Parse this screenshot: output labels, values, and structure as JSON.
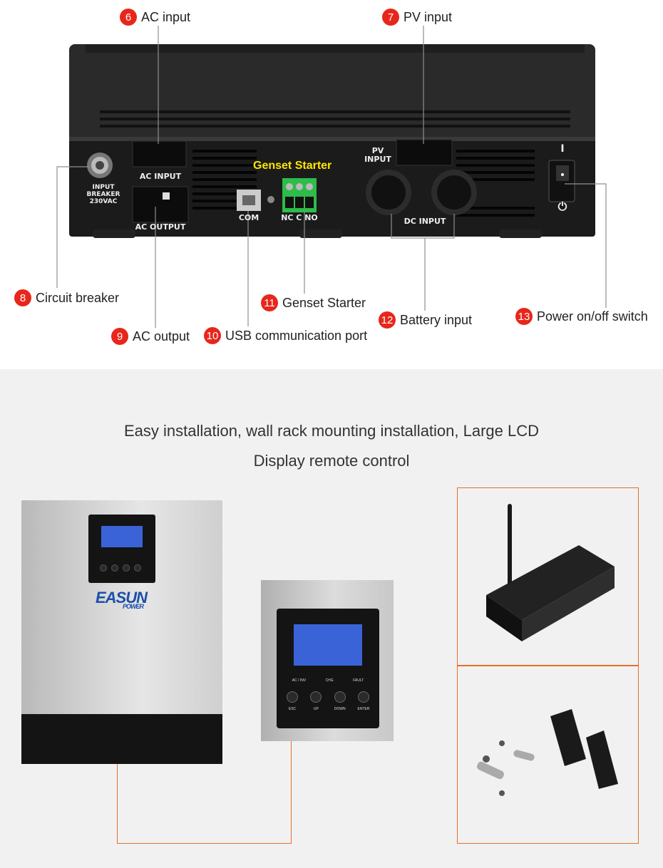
{
  "callouts": [
    {
      "id": "6",
      "label": "AC input"
    },
    {
      "id": "7",
      "label": "PV input"
    },
    {
      "id": "8",
      "label": "Circuit breaker"
    },
    {
      "id": "9",
      "label": "AC output"
    },
    {
      "id": "10",
      "label": "USB communication port"
    },
    {
      "id": "11",
      "label": "Genset Starter"
    },
    {
      "id": "12",
      "label": "Battery input"
    },
    {
      "id": "13",
      "label": "Power on/off switch"
    }
  ],
  "panel_labels": {
    "breaker": "INPUT BREAKER\n230VAC",
    "ac_input": "AC INPUT",
    "ac_output": "AC OUTPUT",
    "com": "COM",
    "genset_title": "Genset Starter",
    "relay": "NC C NO",
    "pv_input": "PV\nINPUT",
    "dc_input": "DC INPUT",
    "switch_on": "I"
  },
  "headline": {
    "line1": "Easy installation, wall rack mounting installation, Large LCD",
    "line2": "Display remote control"
  },
  "products": {
    "brand_main": "EASUN",
    "brand_sub": "POWER",
    "remote_buttons": [
      "ESC",
      "UP",
      "DOWN",
      "ENTER"
    ],
    "remote_indicators": [
      "AC / INV",
      "CHG",
      "FAULT"
    ]
  },
  "colors": {
    "accent": "#e8261b",
    "frame": "#e3702e",
    "highlight": "#ffe600"
  }
}
